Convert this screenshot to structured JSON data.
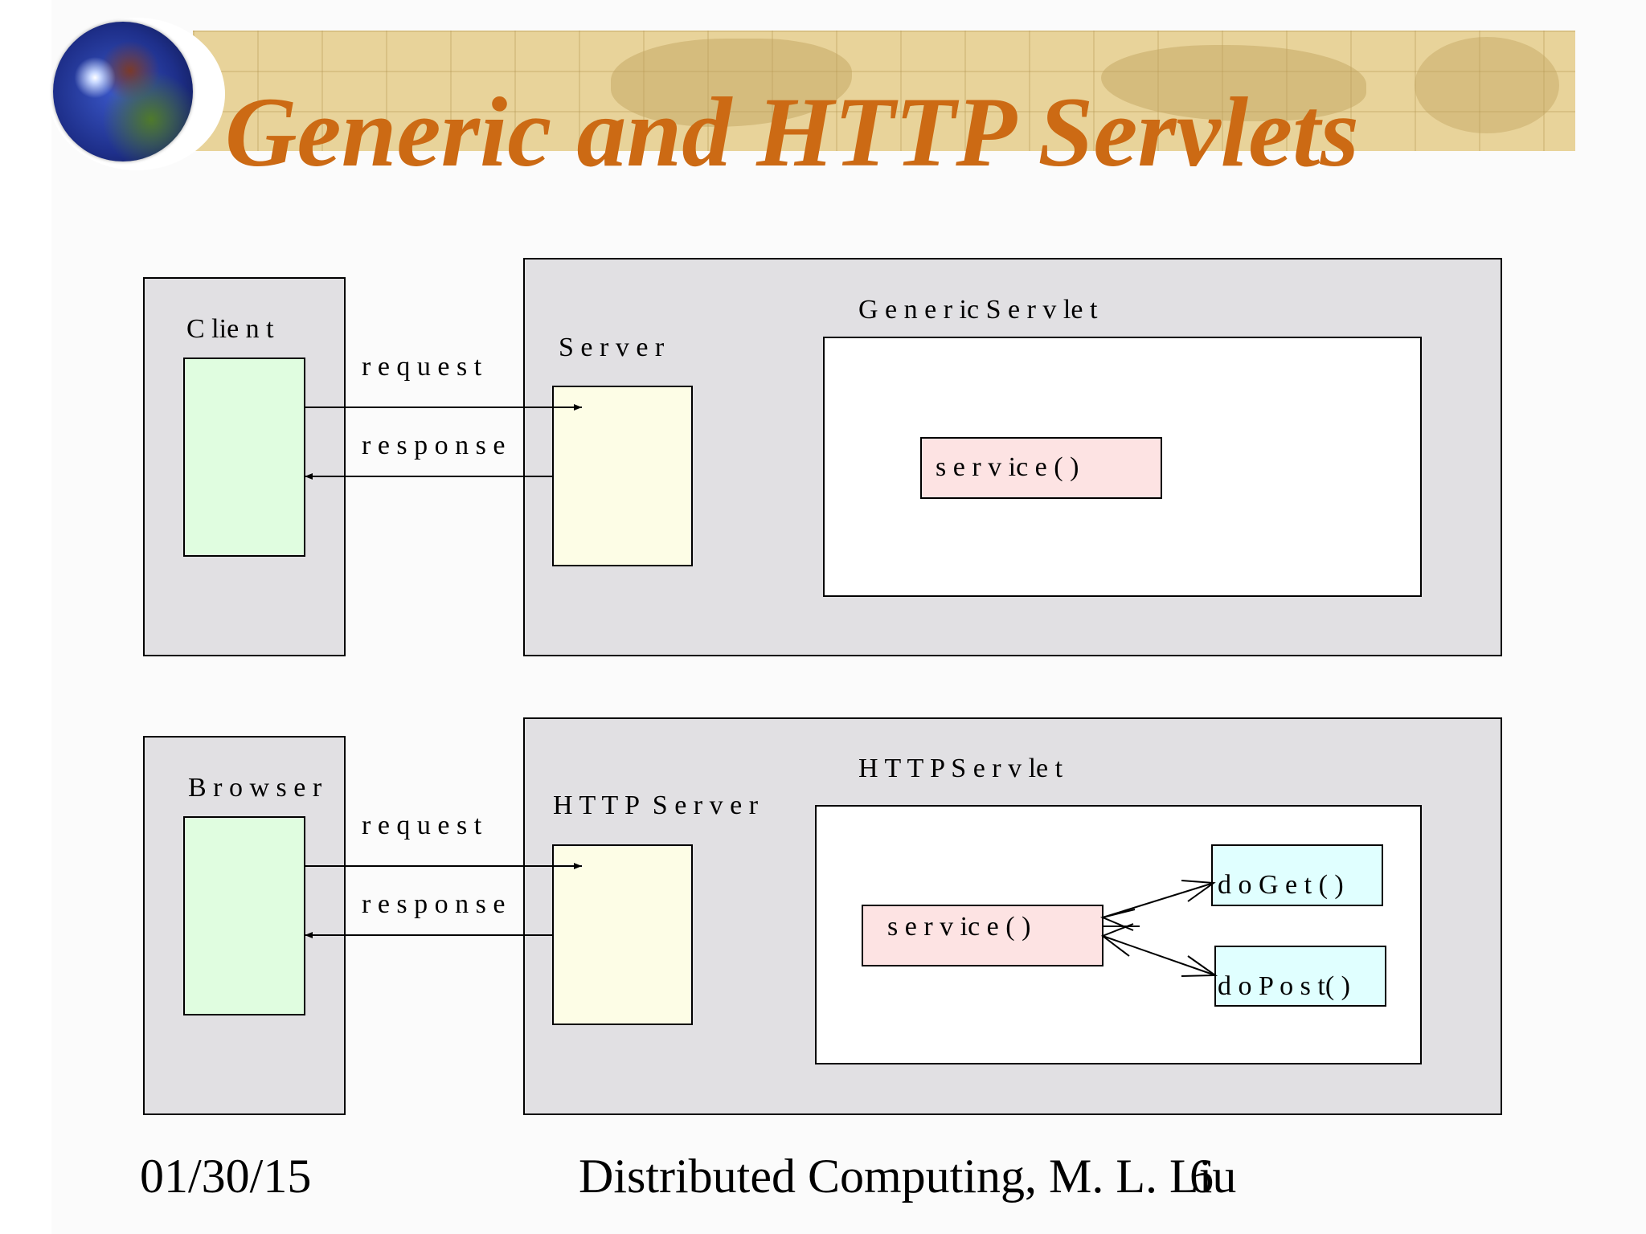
{
  "slide": {
    "title": "Generic and HTTP Servlets",
    "footer_date": "01/30/15",
    "footer_course": "Distributed Computing, M. L. Liu",
    "footer_page": "6"
  },
  "diagram_top": {
    "client_label": "C lie n t",
    "server_label": "S e r v e r",
    "servlet_label": "G e n e r ic S e r v le t",
    "request_label": "r e q u e s t",
    "response_label": "r e s p o n s e",
    "service_label": "s e r v ic e ( )"
  },
  "diagram_bottom": {
    "client_label": "B r o w s e r",
    "server_label": "H T T P  S e r v e r",
    "servlet_label": "H T T P S e r v le t",
    "request_label": "r e q u e s t",
    "response_label": "r e s p o n s e",
    "service_label": "s e r v ic e ( )",
    "doget_label": "d o G e t ( )",
    "dopost_label": "d o P o s t( )"
  },
  "colors": {
    "title": "#cc6a14",
    "panel": "#e1e0e3",
    "client_box": "#e0fde0",
    "server_box": "#fdfde6",
    "service_box": "#fde3e3",
    "method_box": "#e0ffff"
  }
}
